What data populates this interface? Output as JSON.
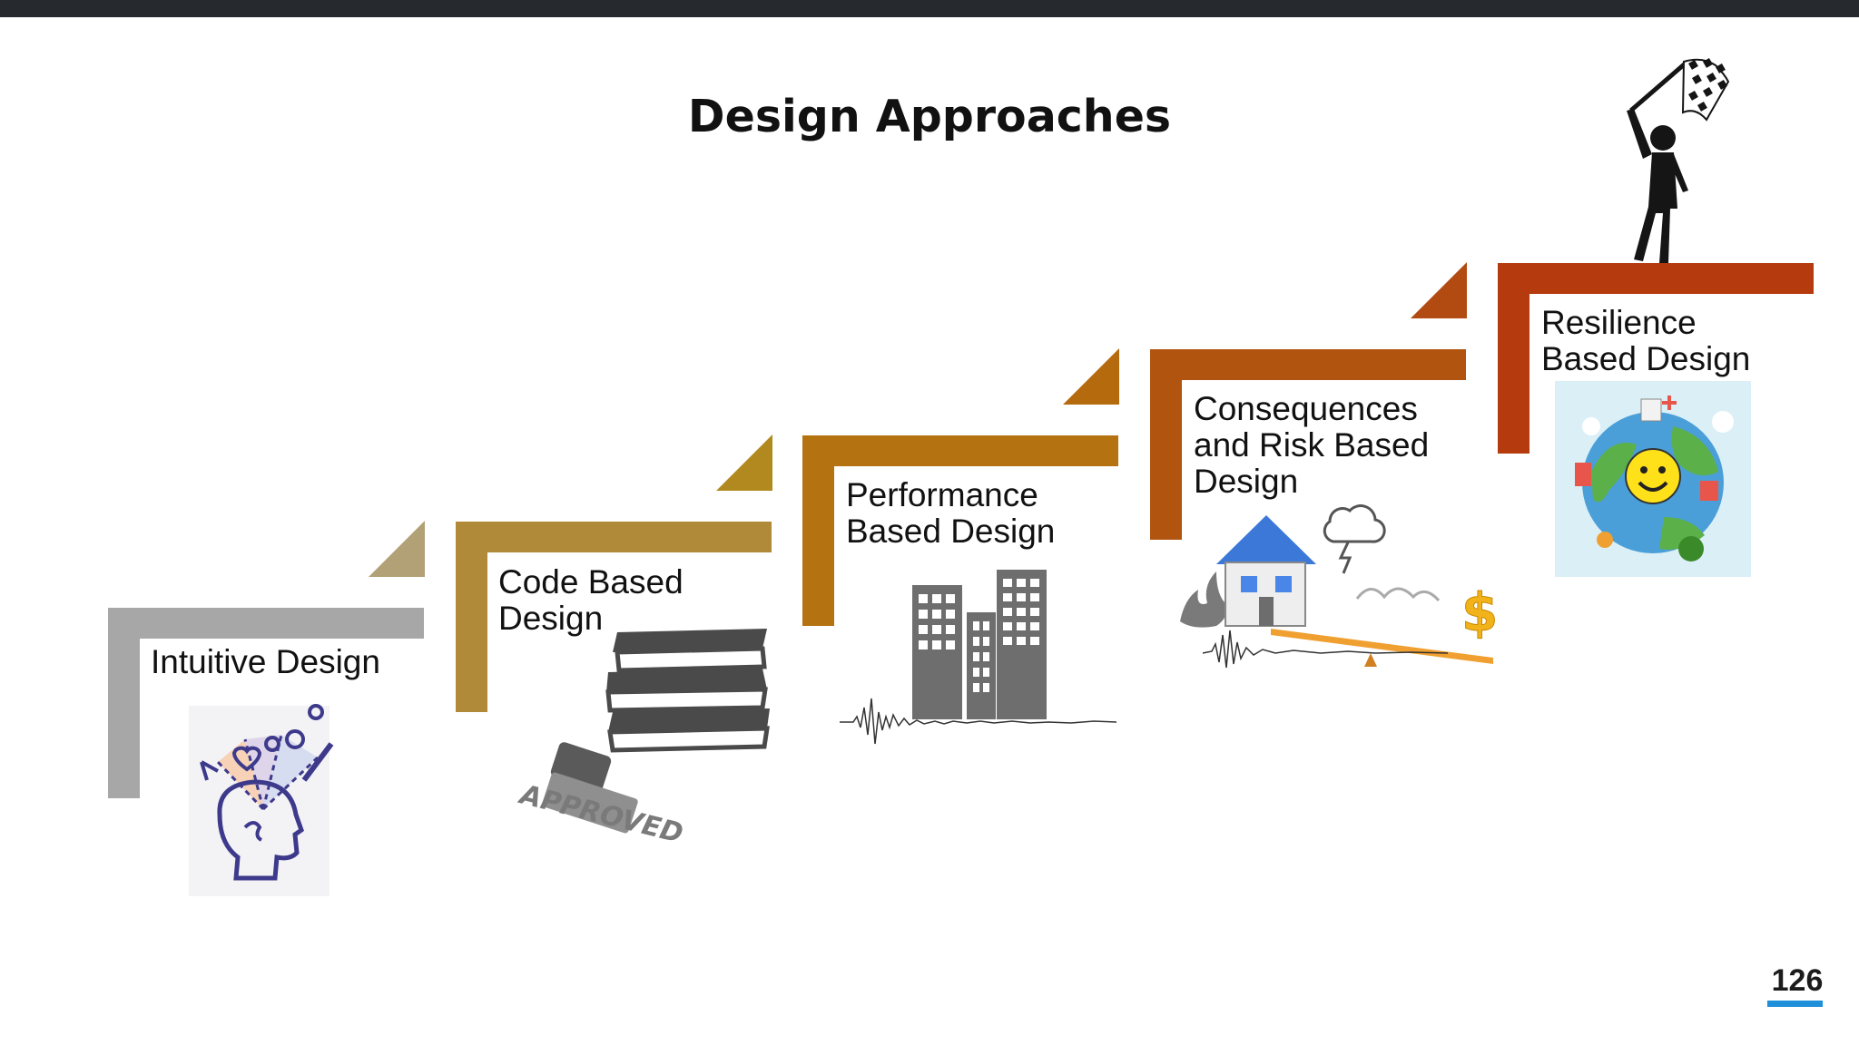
{
  "slide": {
    "title": "Design Approaches",
    "page_number": "126"
  },
  "steps": [
    {
      "label_lines": [
        "Intuitive Design"
      ],
      "color": "#a7a7a7",
      "accent": "#b2a176",
      "icon": "head-ideas-icon"
    },
    {
      "label_lines": [
        "Code Based",
        "Design"
      ],
      "color": "#b08a38",
      "accent": "#b2891f",
      "icon": "books-approved-stamp-icon"
    },
    {
      "label_lines": [
        "Performance",
        "Based Design"
      ],
      "color": "#b57210",
      "accent": "#b56a0e",
      "icon": "buildings-seismogram-icon"
    },
    {
      "label_lines": [
        "Consequences",
        "and Risk Based",
        "Design"
      ],
      "color": "#b15410",
      "accent": "#b24b12",
      "icon": "house-risk-balance-icon"
    },
    {
      "label_lines": [
        "Resilience",
        "Based Design"
      ],
      "color": "#b53a0e",
      "accent": "#b53a0e",
      "icon": "smiling-globe-icon"
    }
  ],
  "finish_icon": "person-checkered-flag-icon",
  "stamp_text": "APPROVED",
  "colors": {
    "title": "#111111",
    "page_underline": "#1e8fd9",
    "top_bar": "#262a2e"
  }
}
